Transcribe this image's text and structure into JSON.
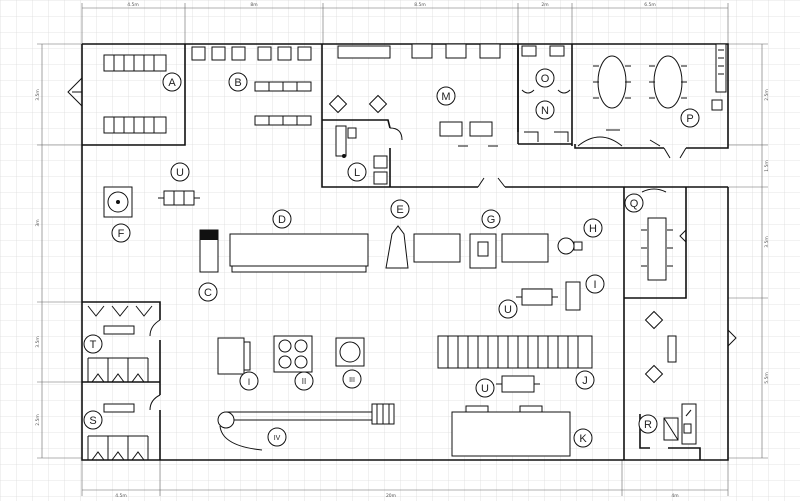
{
  "plan": {
    "zone_labels": {
      "A": "A",
      "B": "B",
      "C": "C",
      "D": "D",
      "E": "E",
      "F": "F",
      "G": "G",
      "H": "H",
      "I": "I",
      "J": "J",
      "K": "K",
      "L": "L",
      "M": "M",
      "N": "N",
      "O": "O",
      "P": "P",
      "Q": "Q",
      "R": "R",
      "S": "S",
      "T": "T",
      "U": "U",
      "U2": "U",
      "U3": "U",
      "r1": "I",
      "r2": "II",
      "r3": "III",
      "r4": "IV"
    },
    "dimensions": {
      "top_1": "4.5m",
      "top_2": "8m",
      "top_3": "8.5m",
      "top_4": "2m",
      "top_5": "6.5m",
      "bottom_1": "4.5m",
      "bottom_2": "20m",
      "bottom_3": "4m",
      "left_1": "3.5m",
      "left_2": "3m",
      "left_3": "3.5m",
      "left_4": "2.5m",
      "right_1": "2.5m",
      "right_2": "1.5m",
      "right_3": "3.5m",
      "right_4": "5.5m"
    },
    "colors": {
      "ink": "#111111",
      "grid": "#dcdcdc",
      "dim_line": "#666666"
    }
  }
}
